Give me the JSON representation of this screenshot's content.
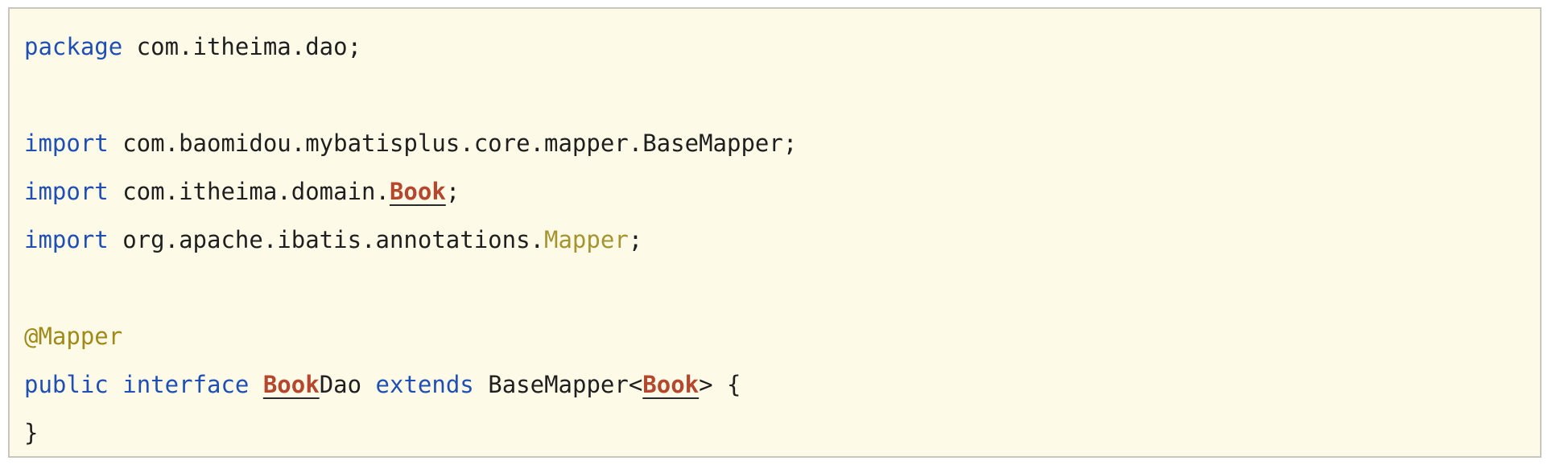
{
  "code": {
    "line1": {
      "kw": "package",
      "rest": " com.itheima.dao;"
    },
    "line3": {
      "kw": "import",
      "rest": " com.baomidou.mybatisplus.core.mapper.BaseMapper;"
    },
    "line4": {
      "kw": "import",
      "pre": " com.itheima.domain.",
      "cls": "Book",
      "post": ";"
    },
    "line5": {
      "kw": "import",
      "pre": " org.apache.ibatis.annotations.",
      "cls": "Mapper",
      "post": ";"
    },
    "line7": {
      "ann": "@Mapper"
    },
    "line8": {
      "kw1": "public",
      "kw2": "interface",
      "cls1": "Book",
      "name_rest": "Dao",
      "kw3": "extends",
      "base": "BaseMapper<",
      "cls2": "Book",
      "tail": "> {"
    },
    "line9": {
      "text": "}"
    }
  },
  "colors": {
    "keyword": "#1f4fb4",
    "annotation": "#a08a1a",
    "error_class": "#b4472e",
    "background": "#fdfbe8"
  }
}
